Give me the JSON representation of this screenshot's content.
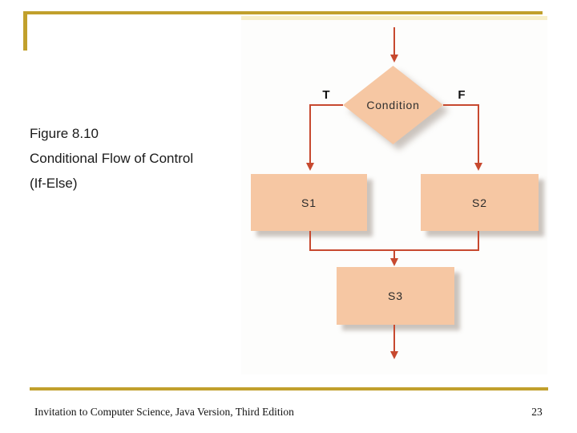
{
  "slide": {
    "title_lines": {
      "line1": "Figure 8.10",
      "line2": "Conditional Flow of Control",
      "line3": "(If-Else)"
    },
    "footer_text": "Invitation to Computer Science, Java Version, Third Edition",
    "page_number": "23"
  },
  "flowchart": {
    "condition": {
      "label": "Condition",
      "true_label": "T",
      "false_label": "F"
    },
    "true_box_label": "S1",
    "false_box_label": "S2",
    "merge_box_label": "S3",
    "edges": [
      "entry -> Condition",
      "Condition -T-> S1",
      "Condition -F-> S2",
      "S1 -> S3",
      "S2 -> S3",
      "S3 -> exit"
    ]
  },
  "colors": {
    "gold": "#C1A02C",
    "flow": "#C7492F",
    "fill": "#F6C7A3",
    "shadow": "rgba(139,125,114,0.45)",
    "ink": "#1A1A1A",
    "panel_edge": "#F7EFC9",
    "panel_bg": "#FDFDFC"
  }
}
